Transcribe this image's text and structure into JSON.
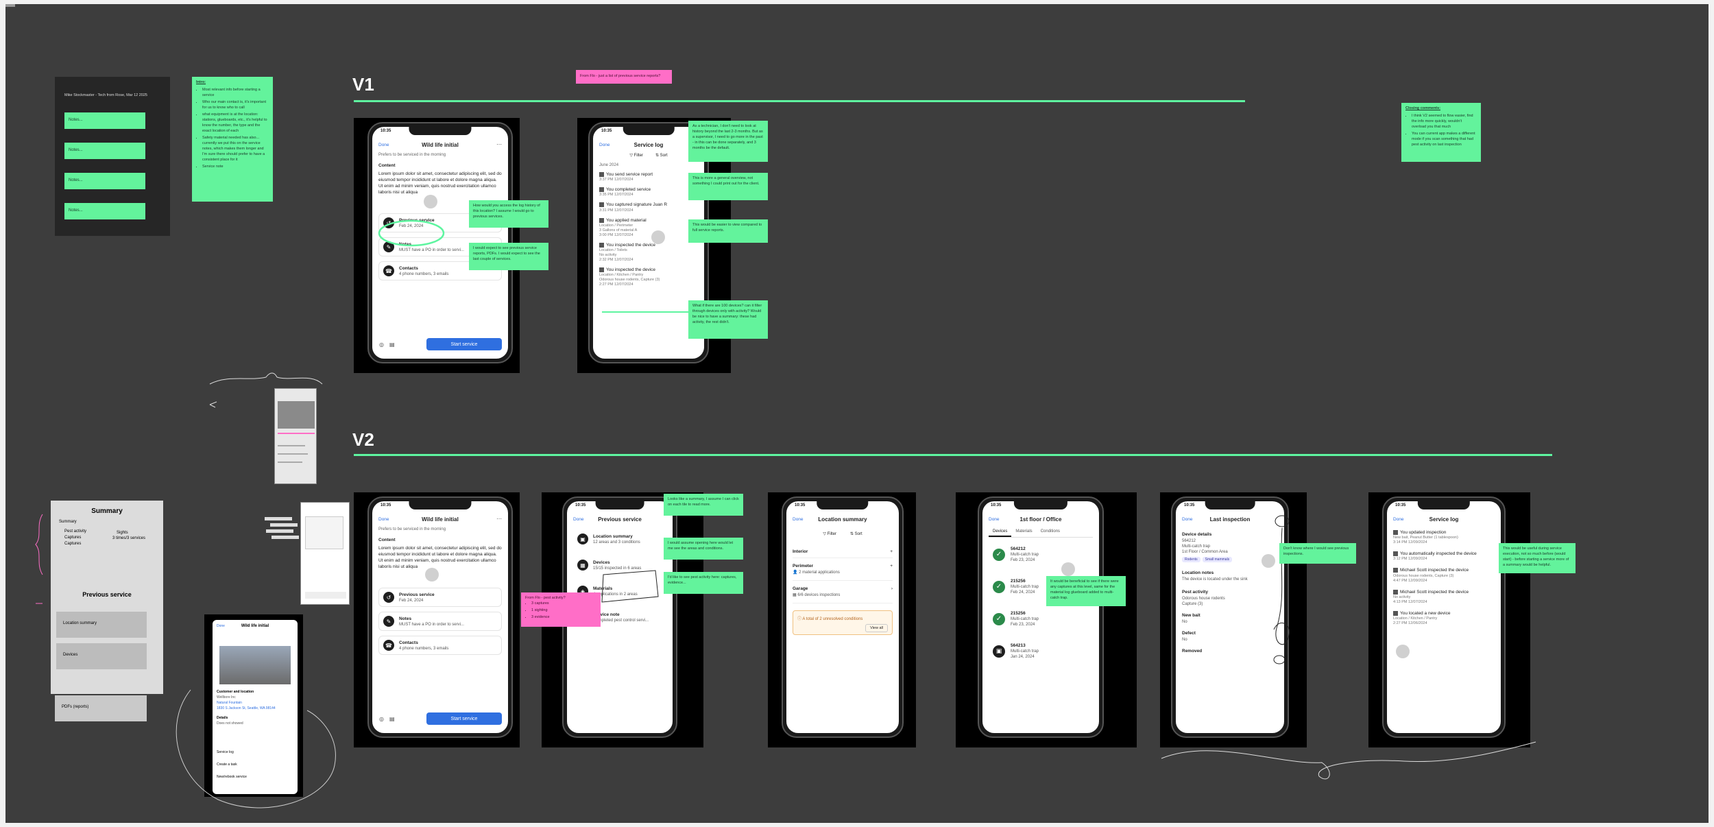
{
  "board": {
    "v1_heading": "V1",
    "v2_heading": "V2"
  },
  "interview_panel": {
    "header": "Mike Stockmaster - Tech from Rose, Mar 12 2025",
    "note_label": "Notes..."
  },
  "intro_sticky": {
    "title": "Intro:",
    "items": [
      "Most relevant info before starting a service",
      "Who our main contact is, it's important for us to know who to call",
      "what equipment is at the location: stations, glueboards, etc., it's helpful to know the number, the type and the exact location of each",
      "Safety material needed has also... currently we put this on the service notes, which makes them longer and I'm sure there should prefer to have a consistent place for it",
      "Service note"
    ]
  },
  "closing_sticky": {
    "title": "Closing comments:",
    "items": [
      "I think V2 seemed to flow easier, find the info more quickly, wouldn't overload you that much",
      "You can current app makes a different mode if you scan something that had pest activity on last inspection"
    ]
  },
  "pink_question": "From Flo - just a list of previous service reports?",
  "v1_wildlife": {
    "status_time": "10:35",
    "done": "Done",
    "title": "Wild life initial",
    "prefers": "Prefers to be serviced in the morning",
    "content_label": "Content",
    "content_text": "Lorem ipsum dolor sit amet, consectetur adipiscing elit, sed do eiusmod tempor incididunt ut labore et dolore magna aliqua. Ut enim ad minim veniam, quis nostrud exercitation ullamco laboris nisi ut aliqua",
    "previous_service_title": "Previous service",
    "previous_service_date": "Feb 24, 2024",
    "notes_title": "Notes",
    "notes_text": "MUST have a PO in order to servi...",
    "contacts_title": "Contacts",
    "contacts_text": "4 phone numbers, 3 emails",
    "start": "Start service"
  },
  "v1_notes": {
    "log_history": "How would you access the log history of this location? I assume I would go to previous services.",
    "expect": "I would expect to see previous service reports, PDFs. I would expect to see the last couple of services."
  },
  "v1_log": {
    "status_time": "10:35",
    "done": "Done",
    "title": "Service log",
    "filter": "Filter",
    "sort": "Sort",
    "month": "June 2024",
    "items": [
      {
        "l1": "You send service report",
        "l2": "3:37 PM 12/07/2024"
      },
      {
        "l1": "You completed service",
        "l2": "3:35 PM 12/07/2024"
      },
      {
        "l1": "You captured signature Juan R",
        "l2": "3:31 PM 12/07/2024"
      },
      {
        "l1": "You applied material",
        "l2": "Location / Perimeter",
        "l3": "3 Gallons of material A",
        "l4": "3:00 PM 12/07/2024"
      },
      {
        "l1": "You inspected the device",
        "l2": "Location / Toilets",
        "l3": "No activity",
        "l4": "2:32 PM 12/07/2024"
      },
      {
        "l1": "You inspected the device",
        "l2": "Location / Kitchen / Pantry",
        "l3": "Odorous house rodents, Capture (3)",
        "l4": "2:27 PM 12/07/2024"
      }
    ]
  },
  "v1_log_notes": {
    "n1": "As a technician, I don't need to look at history beyond the last 2-3 months. But as a supervisor, I need to go more in the past - in this can be done separately, and 3 months be the default.",
    "n2": "This is more a general overview, not something I could print out for the client.",
    "n3": "This would be easier to view compared to full service reports.",
    "n4": "What if there are 100 devices? can it filter through devices only with activity? Would be nice to have a summary: these had activity, the rest didn't."
  },
  "summary_panel": {
    "title": "Summary",
    "summary_label": "Summary",
    "pest_activity": "Pest activity",
    "captures": "Captures",
    "captures2": "Captures",
    "sights": "Sights",
    "times_services": "3 times/3 services",
    "previous_service": "Previous service",
    "location_summary": "Location summary",
    "devices": "Devices",
    "pdfs": "PDFs (reports)"
  },
  "old_app": {
    "done": "Done",
    "title": "Wild life initial",
    "customer_label": "Customer and location",
    "customer_name": "Wellbore Inc",
    "contact_link": "Natural Fountain",
    "address": "1830 S Jackson St, Seattle, WA 98144",
    "details_label": "Details",
    "details_text": "Does not showed",
    "service_log": "Service log",
    "create_task": "Create a task",
    "new_visit": "New/rebook service"
  },
  "v2_wildlife": {
    "status_time": "10:35",
    "done": "Done",
    "title": "Wild life initial",
    "prefers": "Prefers to be serviced in the morning",
    "content_label": "Content",
    "content_text": "Lorem ipsum dolor sit amet, consectetur adipiscing elit, sed do eiusmod tempor incididunt ut labore et dolore magna aliqua. Ut enim ad minim veniam, quis nostrud exercitation ullamco laboris nisi ut aliqua",
    "previous_service_title": "Previous service",
    "previous_service_date": "Feb 24, 2024",
    "notes_title": "Notes",
    "notes_text": "MUST have a PO in order to servi...",
    "contacts_title": "Contacts",
    "contacts_text": "4 phone numbers, 3 emails",
    "start": "Start service"
  },
  "v2_previous": {
    "status_time": "10:35",
    "done": "Done",
    "title": "Previous service",
    "items": [
      {
        "t": "Location summary",
        "s": "12 areas and 3 conditions"
      },
      {
        "t": "Devices",
        "s": "15/15 inspected in 6 areas"
      },
      {
        "t": "Materials",
        "s": "4 applications in 2 areas"
      },
      {
        "t": "Service note",
        "s": "Completed pest control servi..."
      }
    ]
  },
  "v2_prev_notes": {
    "n1": "Looks like a summary, I assume I can click on each tile to read more.",
    "n2": "I would assume opening here would let me see the areas and conditions.",
    "n3": "I'd like to see pest activity here: captures, evidence...",
    "pink_title": "From Flo - pest activity?",
    "pink_items": [
      "3 captures",
      "1 sighting",
      "3 evidence"
    ]
  },
  "v2_location": {
    "status_time": "10:35",
    "done": "Done",
    "title": "Location summary",
    "filter": "Filter",
    "sort": "Sort",
    "interior": "Interior",
    "perimeter": "Perimeter",
    "perimeter_sub": "2 material applications",
    "garage": "Garage",
    "garage_sub": "6/6 devices inspections",
    "alert": "A total of 2 unresolved conditions",
    "view_all": "View all"
  },
  "v2_floor": {
    "status_time": "10:35",
    "done": "Done",
    "title": "1st floor / Office",
    "tab1": "Devices",
    "tab2": "Materials",
    "tab3": "Conditions",
    "devices": [
      {
        "id": "564212",
        "type": "Multi-catch trap",
        "date": "Feb 23, 2024"
      },
      {
        "id": "215256",
        "type": "Multi-catch trap",
        "date": "Feb 24, 2024"
      },
      {
        "id": "215256",
        "type": "Multi-catch trap",
        "date": "Feb 23, 2024"
      },
      {
        "id": "564213",
        "type": "Multi-catch trap",
        "date": "Jan 24, 2024"
      }
    ],
    "note": "It would be beneficial to see if there were any captures at this level, same for the material log glueboard added to multi-catch trap."
  },
  "v2_inspection": {
    "status_time": "10:35",
    "done": "Done",
    "title": "Last inspection",
    "device_details": "Device details",
    "device_id": "564212",
    "device_type": "Multi-catch trap",
    "device_loc": "1st Floor / Common Area",
    "tag1": "Rodents",
    "tag2": "Small mammals",
    "location_notes": "Location notes",
    "location_notes_text": "The device is located under the sink",
    "pest_activity": "Pest activity",
    "pest_text": "Odorous house rodents",
    "capture": "Capture (3)",
    "new_bait": "New bait",
    "new_bait_val": "No",
    "defect": "Defect",
    "defect_val": "No",
    "removed": "Removed",
    "note": "Don't know where I would see previous inspections."
  },
  "v2_log": {
    "status_time": "10:35",
    "done": "Done",
    "title": "Service log",
    "items": [
      {
        "l1": "You updated inspection",
        "l2": "New bait, Peanut Butter (1 tablespoon)",
        "l3": "3:14 PM 12/09/2024"
      },
      {
        "l1": "You automatically inspected the device",
        "l2": "3:12 PM 12/09/2024"
      },
      {
        "l1": "Michael Scott inspected the device",
        "l2": "Odorous house rodents, Capture (3)",
        "l3": "4:47 PM 12/09/2024"
      },
      {
        "l1": "Michael Scott inspected the device",
        "l2": "No activity",
        "l3": "4:13 PM 12/07/2024"
      },
      {
        "l1": "You located a new device",
        "l2": "Location / Kitchen / Pantry",
        "l3": "2:27 PM 12/06/2024"
      }
    ],
    "note": "This would be useful during service execution, not so much before (would start) - before starting a service more of a summary would be helpful."
  }
}
